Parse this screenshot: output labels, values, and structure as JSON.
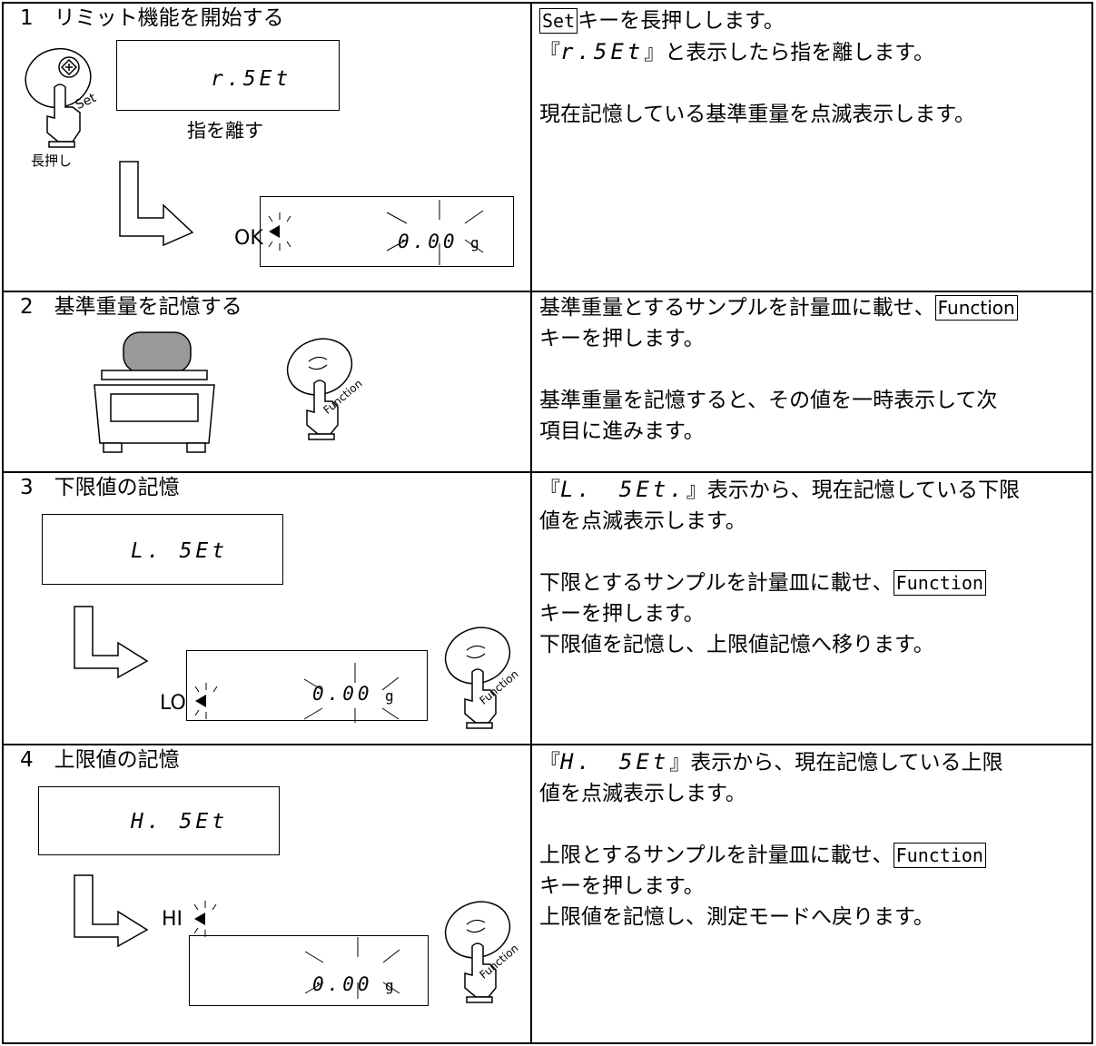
{
  "steps": [
    {
      "title": "1　リミット機能を開始する",
      "release_label": "指を離す",
      "long_press_label": "長押し",
      "set_key_small": "Set",
      "display1": "r.5Et",
      "ok_label": "OK",
      "display2": "0.00",
      "unit": "g",
      "desc": {
        "key": "Set",
        "line1_rest": "キーを長押しします。",
        "line2_open": "『",
        "line2_seg": "r.5Et",
        "line2_close": "』と表示したら指を離します。",
        "line3": "現在記憶している基準重量を点滅表示します。"
      }
    },
    {
      "title": "2　基準重量を記憶する",
      "function_small": "Function",
      "desc": {
        "line1_text": "基準重量とするサンプルを計量皿に載せ、",
        "key": "Function",
        "line2": "キーを押します。",
        "line3": "基準重量を記憶すると、その値を一時表示して次",
        "line4": "項目に進みます。"
      }
    },
    {
      "title": "3　下限値の記憶",
      "display1": "L. 5Et",
      "lo_label": "LO",
      "display2": "0.00",
      "unit": "g",
      "function_small": "Function",
      "desc": {
        "line1_open": "『",
        "line1_seg": "L.　5Et.",
        "line1_rest": "』表示から、現在記憶している下限",
        "line2": "値を点滅表示します。",
        "line3_text": "下限とするサンプルを計量皿に載せ、",
        "key": "Function",
        "line4": "キーを押します。",
        "line5": "下限値を記憶し、上限値記憶へ移ります。"
      }
    },
    {
      "title": "4　上限値の記憶",
      "display1": "H. 5Et",
      "hi_label": "HI",
      "display2": "0.00",
      "unit": "g",
      "function_small": "Function",
      "desc": {
        "line1_open": "『",
        "line1_seg": "H.　5Et",
        "line1_rest": "』表示から、現在記憶している上限",
        "line2": "値を点滅表示します。",
        "line3_text": "上限とするサンプルを計量皿に載せ、",
        "key": "Function",
        "line4": "キーを押します。",
        "line5": "上限値を記憶し、測定モードへ戻ります。"
      }
    }
  ]
}
